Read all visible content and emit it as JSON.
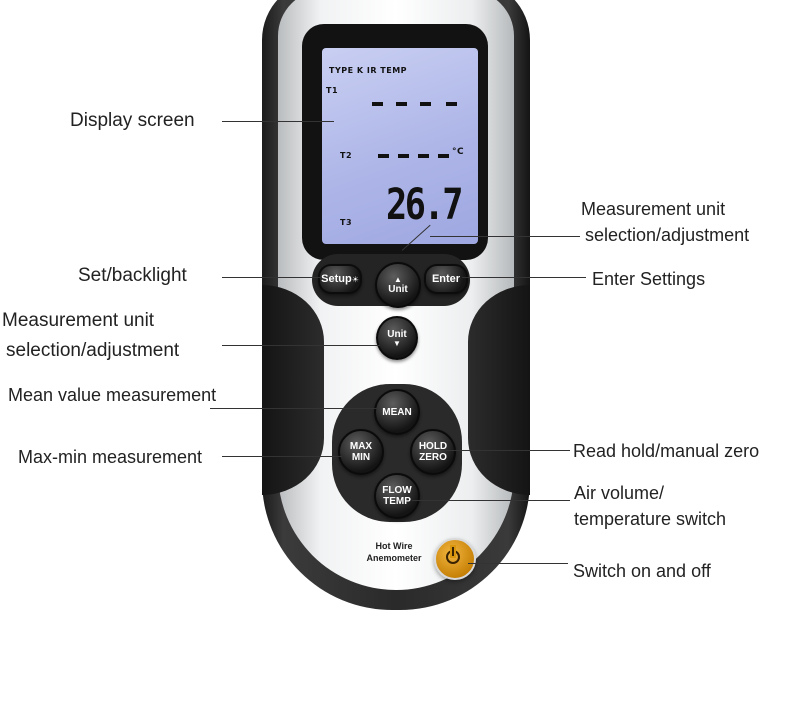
{
  "device": {
    "lcd": {
      "header": "TYPE K IR TEMP",
      "row1_label": "T1",
      "row2_label": "T2",
      "row2_unit": "°C",
      "row3_label": "T3",
      "reading": "26.7"
    },
    "buttons": {
      "setup": "Setup",
      "unit_up": "Unit",
      "enter": "Enter",
      "unit_down": "Unit",
      "mean": "MEAN",
      "maxmin_line1": "MAX",
      "maxmin_line2": "MIN",
      "hold_line1": "HOLD",
      "hold_line2": "ZERO",
      "flow_line1": "FLOW",
      "flow_line2": "TEMP"
    },
    "brand_line1": "Hot Wire",
    "brand_line2": "Anemometer",
    "colors": {
      "lcd_backlight": "#aeb6e8",
      "body_dark": "#2a2a2a",
      "face_light": "#f1f2f3",
      "power_button": "#e0a02a"
    }
  },
  "callouts": {
    "display_screen": "Display screen",
    "unit_upper_line1": "Measurement unit",
    "unit_upper_line2": "selection/adjustment",
    "set_backlight": "Set/backlight",
    "enter_settings": "Enter Settings",
    "unit_lower_line1": "Measurement unit",
    "unit_lower_line2": "selection/adjustment",
    "mean_value": "Mean value measurement",
    "max_min": "Max-min measurement",
    "read_hold": "Read hold/manual zero",
    "air_volume_line1": "Air volume/",
    "air_volume_line2": "temperature switch",
    "switch": "Switch on and off"
  }
}
